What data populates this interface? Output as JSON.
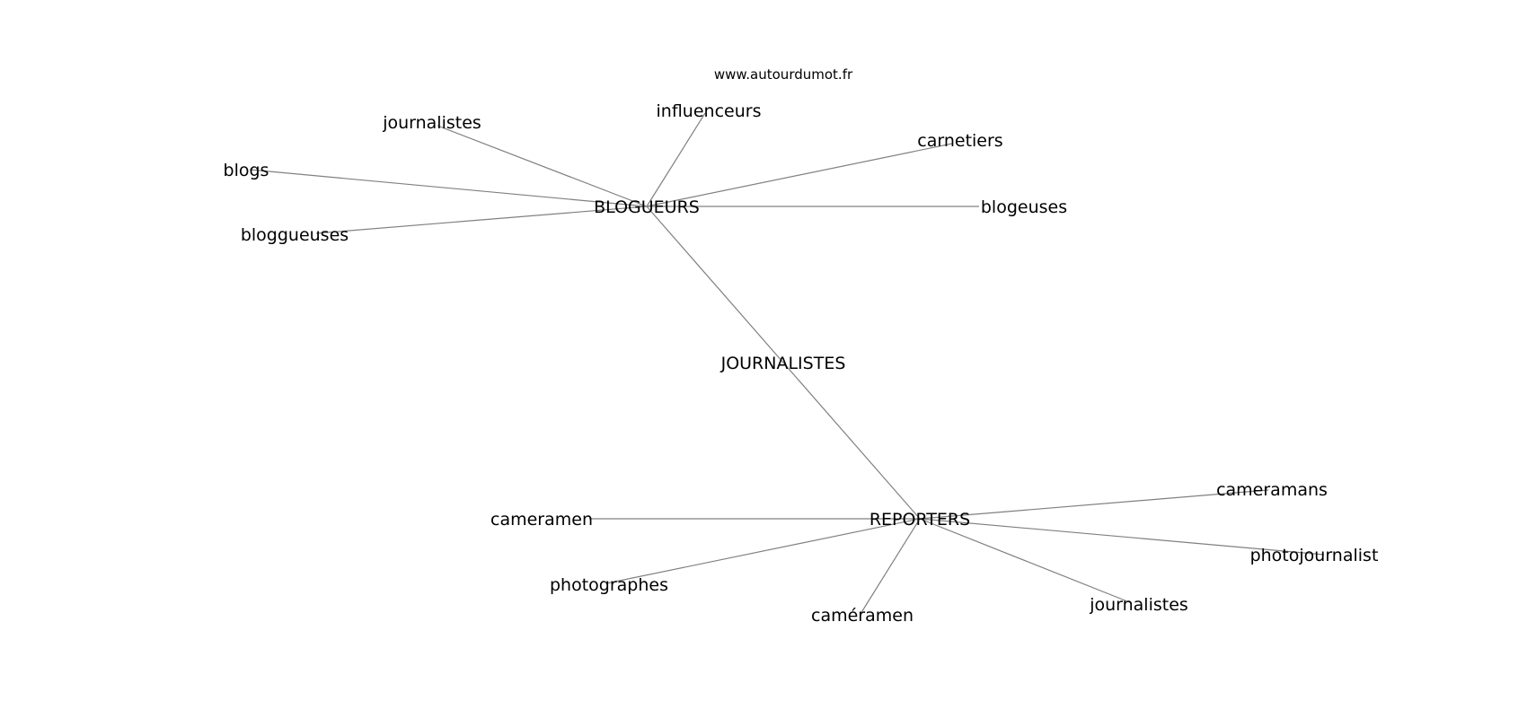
{
  "watermark": "www.autourdumot.fr",
  "center": "JOURNALISTES",
  "hubs": [
    {
      "id": "h1",
      "label": "BLOGUEURS",
      "neighbors": [
        "journalistes",
        "influenceurs",
        "carnetiers",
        "blogs",
        "blogeuses",
        "bloggueuses"
      ]
    },
    {
      "id": "h2",
      "label": "REPORTERS",
      "neighbors": [
        "cameramans",
        "cameramen",
        "photojournalist",
        "photographes",
        "journalistes",
        "caméramen"
      ]
    }
  ],
  "colors": {
    "edge": "#808080",
    "text": "#000000",
    "background": "#ffffff"
  }
}
